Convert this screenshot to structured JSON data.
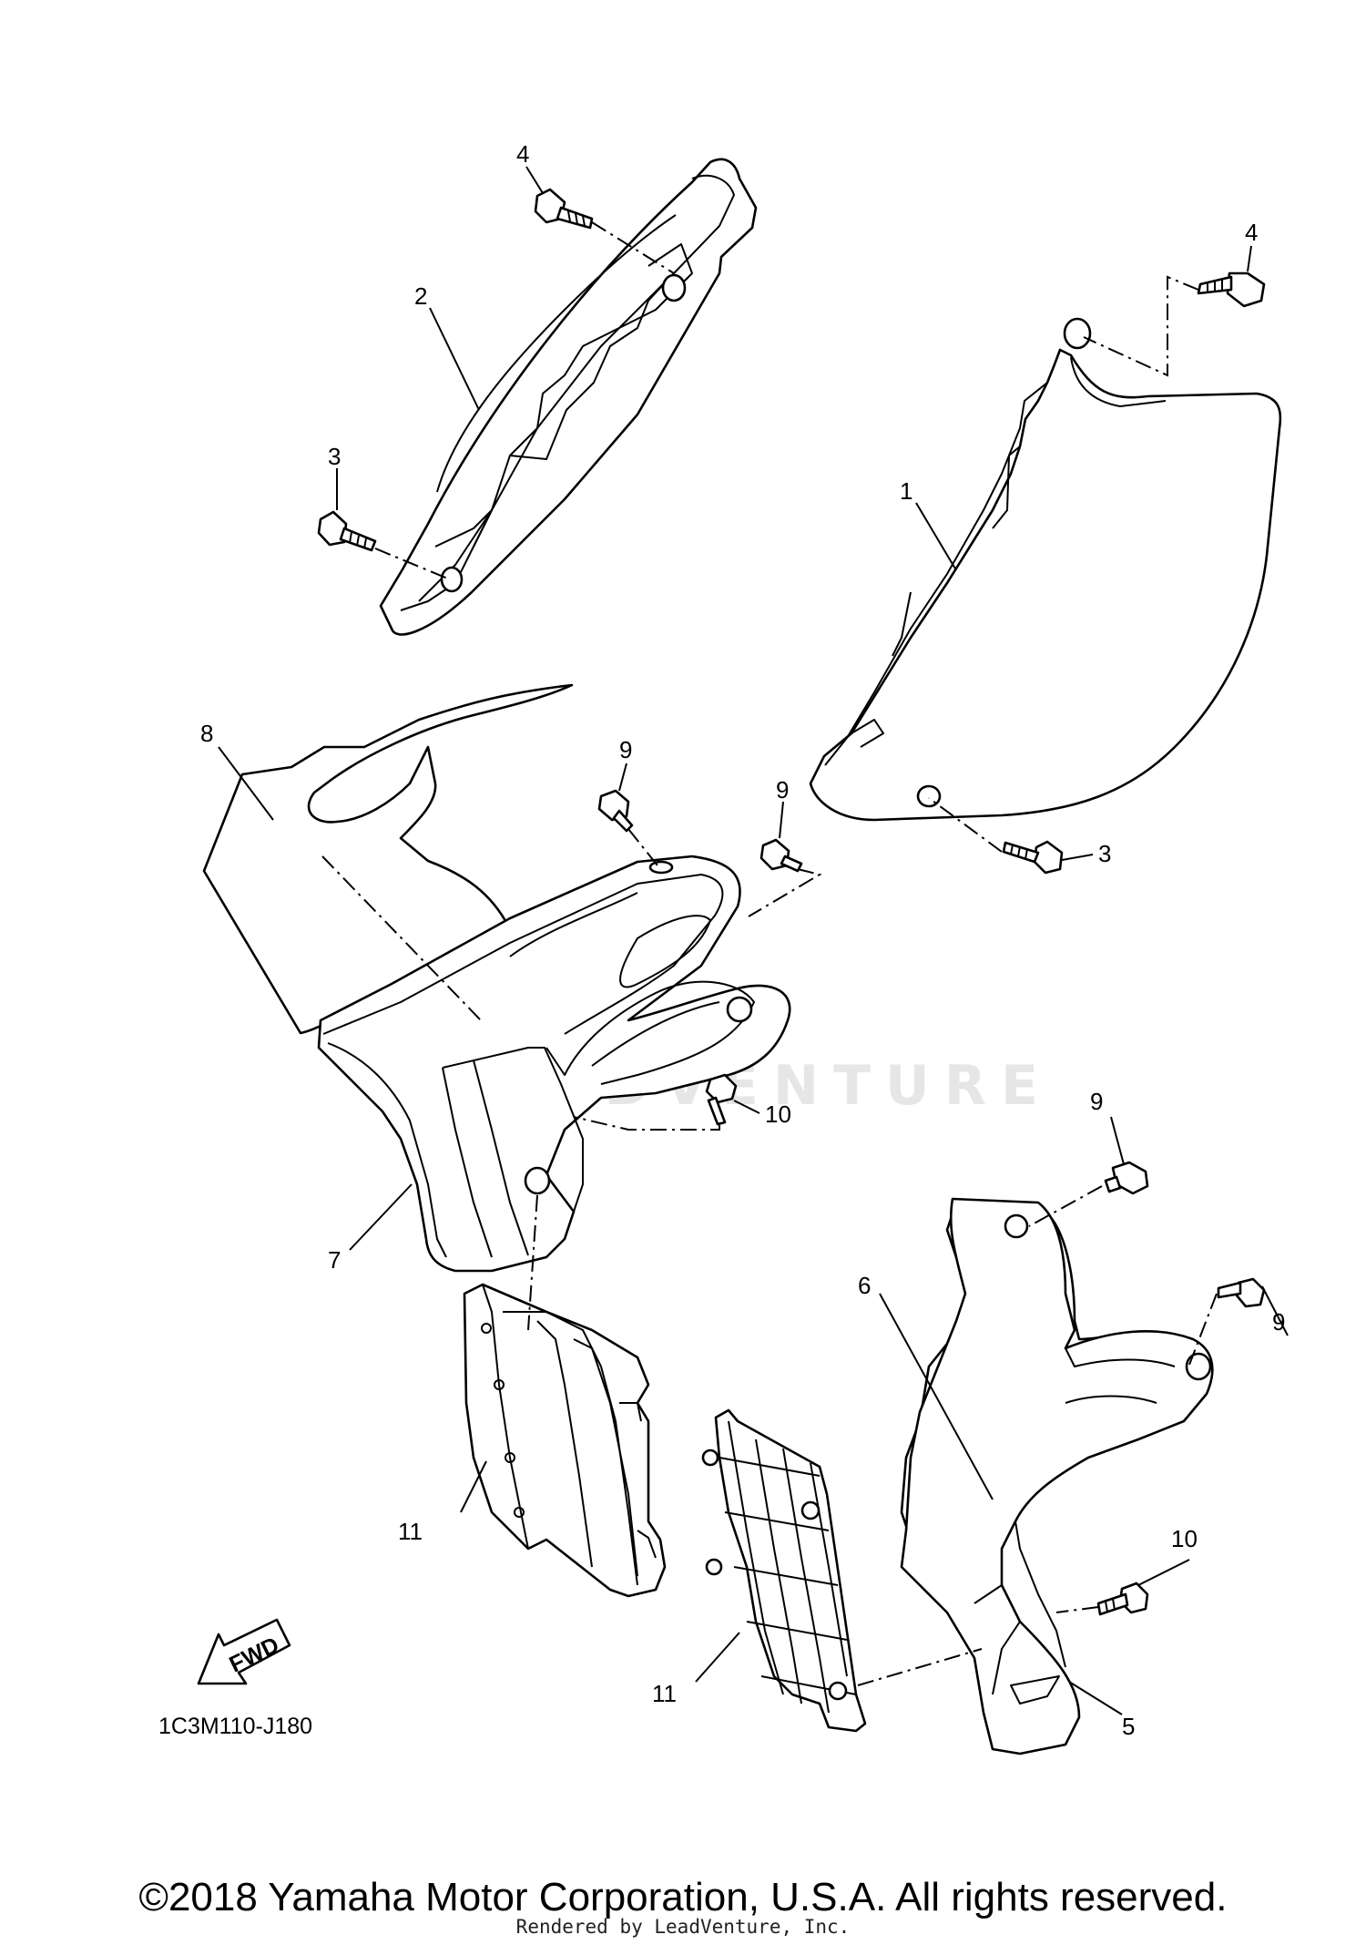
{
  "diagram": {
    "reference_code": "1C3M110-J180",
    "watermark": "LEADVENTURE",
    "fwd_label": "FWD",
    "callouts": [
      "4",
      "2",
      "3",
      "4",
      "1",
      "8",
      "9",
      "9",
      "3",
      "10",
      "7",
      "9",
      "6",
      "9",
      "11",
      "10",
      "11",
      "5"
    ]
  },
  "footer": {
    "copyright": "©2018 Yamaha Motor Corporation, U.S.A. All rights reserved.",
    "rendered_by": "Rendered by LeadVenture, Inc."
  }
}
